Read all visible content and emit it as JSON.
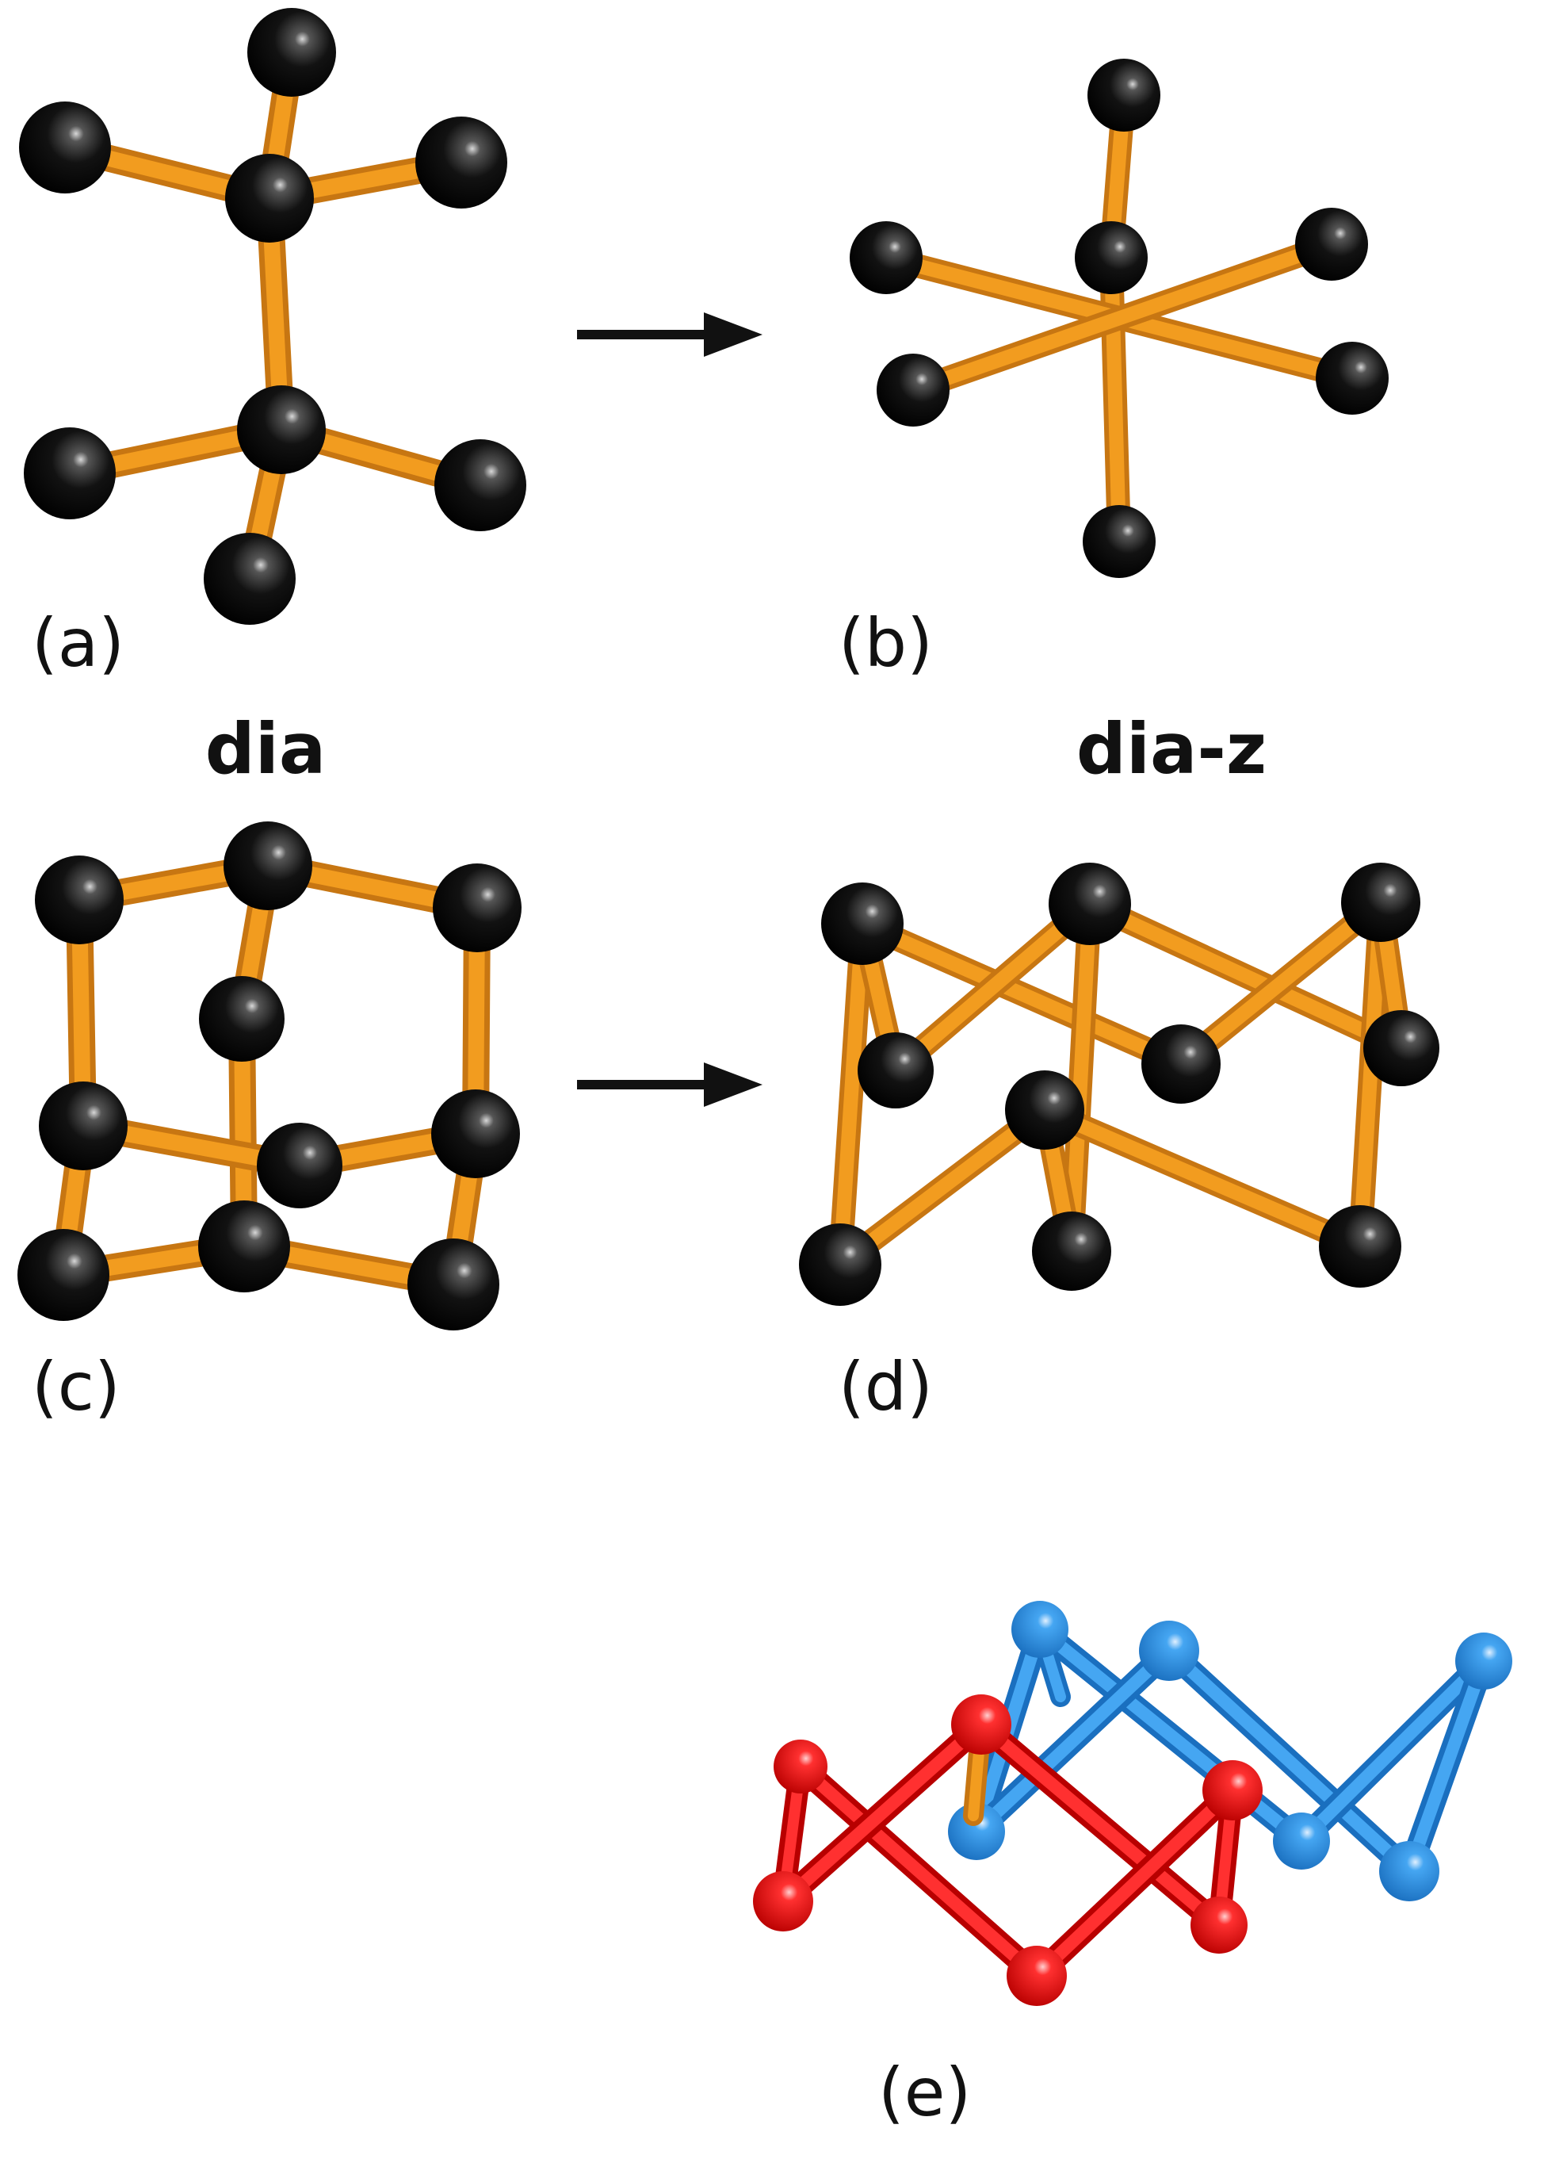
{
  "panel_labels": {
    "a": "(a)",
    "b": "(b)",
    "c": "(c)",
    "d": "(d)",
    "e": "(e)"
  },
  "net_names": {
    "left": "dia",
    "right": "dia-z"
  },
  "colors": {
    "background": "#ffffff",
    "node": "#0a0a0a",
    "bond": "#f29c1f",
    "bond_dark": "#c77612",
    "net_red": "#e8181a",
    "net_blue": "#2b8fe0",
    "arrow": "#111111"
  }
}
